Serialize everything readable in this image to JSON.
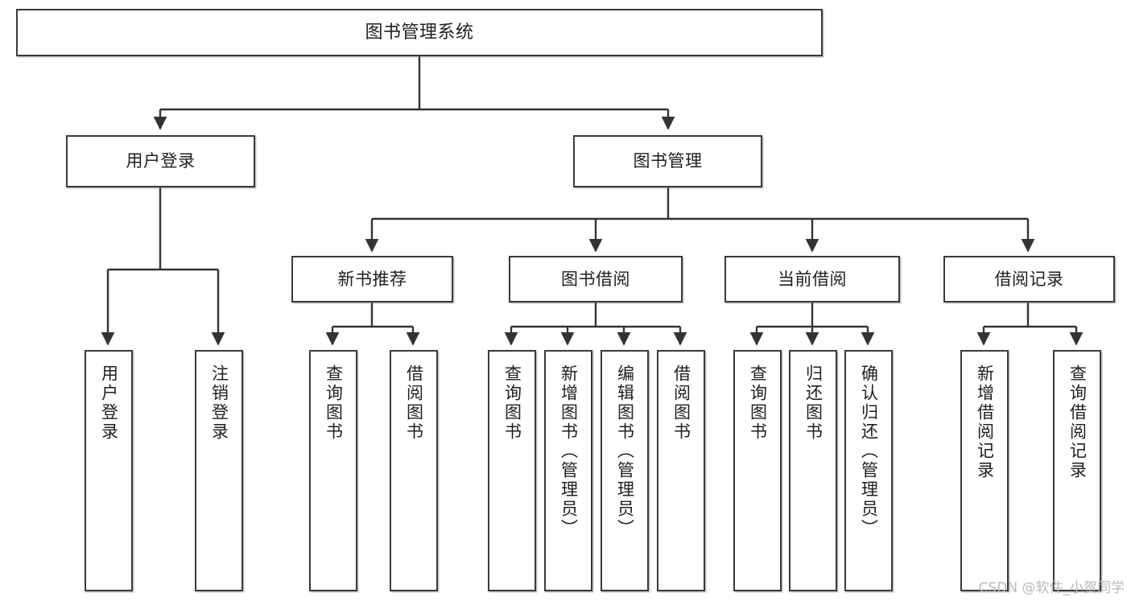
{
  "diagram": {
    "title": "图书管理系统",
    "type": "tree",
    "watermark": "CSDN @软件_小贺同学",
    "colors": {
      "box_border": "#3a3a3a",
      "box_fill": "#ffffff",
      "edge": "#333333",
      "text": "#1f1f1f",
      "watermark": "#b9b9b9"
    },
    "nodes": {
      "root": {
        "label": "图书管理系统",
        "level": 0
      },
      "l1": [
        {
          "id": "user-login",
          "label": "用户登录"
        },
        {
          "id": "book-manage",
          "label": "图书管理"
        }
      ],
      "l2": [
        {
          "id": "new-book-rec",
          "label": "新书推荐",
          "parent": "book-manage"
        },
        {
          "id": "book-borrow",
          "label": "图书借阅",
          "parent": "book-manage"
        },
        {
          "id": "current-borrow",
          "label": "当前借阅",
          "parent": "book-manage"
        },
        {
          "id": "borrow-record",
          "label": "借阅记录",
          "parent": "book-manage"
        }
      ],
      "leaves": [
        {
          "id": "leaf-user-login",
          "label": "用户登录",
          "parent": "user-login"
        },
        {
          "id": "leaf-logout",
          "label": "注销登录",
          "parent": "user-login"
        },
        {
          "id": "leaf-query-book-1",
          "label": "查询图书",
          "parent": "new-book-rec"
        },
        {
          "id": "leaf-borrow-book-1",
          "label": "借阅图书",
          "parent": "new-book-rec"
        },
        {
          "id": "leaf-query-book-2",
          "label": "查询图书",
          "parent": "book-borrow"
        },
        {
          "id": "leaf-add-book",
          "label": "新增图书（管理员）",
          "parent": "book-borrow"
        },
        {
          "id": "leaf-edit-book",
          "label": "编辑图书（管理员）",
          "parent": "book-borrow"
        },
        {
          "id": "leaf-borrow-book-2",
          "label": "借阅图书",
          "parent": "book-borrow"
        },
        {
          "id": "leaf-query-book-3",
          "label": "查询图书",
          "parent": "current-borrow"
        },
        {
          "id": "leaf-return-book",
          "label": "归还图书",
          "parent": "current-borrow"
        },
        {
          "id": "leaf-confirm-return",
          "label": "确认归还（管理员）",
          "parent": "current-borrow"
        },
        {
          "id": "leaf-add-record",
          "label": "新增借阅记录",
          "parent": "borrow-record"
        },
        {
          "id": "leaf-query-record",
          "label": "查询借阅记录",
          "parent": "borrow-record"
        }
      ]
    }
  }
}
